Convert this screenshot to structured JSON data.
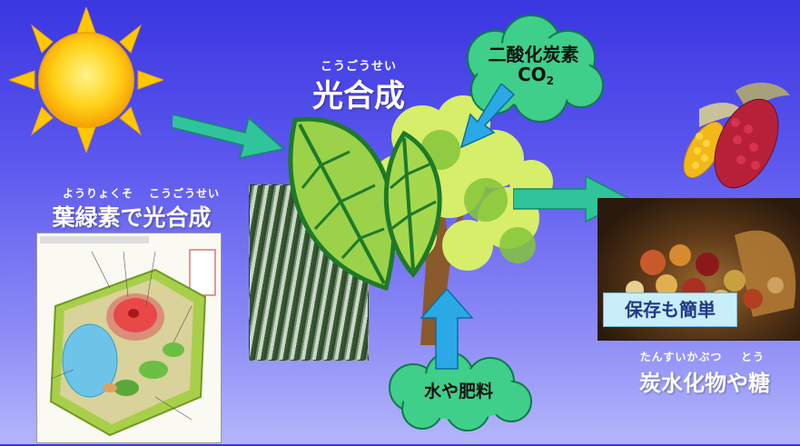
{
  "photosynthesis": {
    "reading": "こうごうせい",
    "title": "光合成"
  },
  "chlorophyll": {
    "reading1": "ようりょくそ",
    "reading2": "こうごうせい",
    "title": "葉緑素で光合成"
  },
  "co2_cloud": {
    "line1": "二酸化炭素",
    "line2": "CO",
    "sub": "2"
  },
  "water_cloud": {
    "label": "水や肥料"
  },
  "storage_label": "保存も簡単",
  "carbohydrate": {
    "reading1": "たんすいかぶつ",
    "reading2": "とう",
    "title": "炭水化物や糖"
  },
  "colors": {
    "arrow_green": "#2fc49a",
    "arrow_blue": "#2aa9e6",
    "cloud_green": "#3fcf8a",
    "leaf_green": "#9bd24a"
  }
}
